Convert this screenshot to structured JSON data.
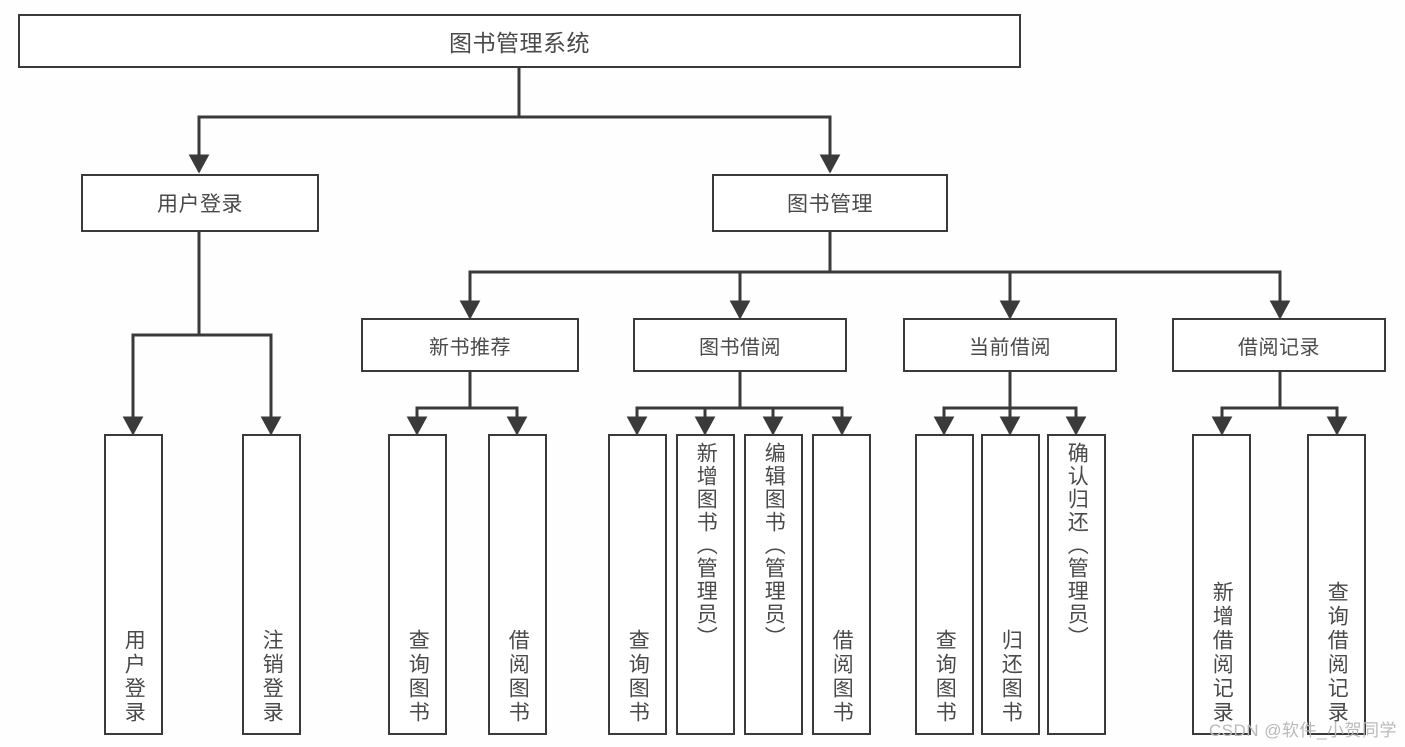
{
  "diagram": {
    "title": "图书管理系统",
    "type": "tree-hierarchy",
    "watermark": "CSDN @软件_小贺同学",
    "colors": {
      "line": "#3a3a3a",
      "box_border": "#3a3a3a",
      "box_fill": "#ffffff",
      "text": "#4a4a4a",
      "background": "#fefefe",
      "watermark": "#b9b9b9"
    },
    "root": {
      "label": "图书管理系统"
    },
    "level2": [
      {
        "label": "用户登录"
      },
      {
        "label": "图书管理"
      }
    ],
    "level3": [
      {
        "label": "新书推荐"
      },
      {
        "label": "图书借阅"
      },
      {
        "label": "当前借阅"
      },
      {
        "label": "借阅记录"
      }
    ],
    "leaves": {
      "user_login": [
        {
          "label": "用户登录"
        },
        {
          "label": "注销登录"
        }
      ],
      "new_book_recommend": [
        {
          "label": "查询图书"
        },
        {
          "label": "借阅图书"
        }
      ],
      "book_borrow": [
        {
          "label": "查询图书"
        },
        {
          "label": "新增图书（管理员）"
        },
        {
          "label": "编辑图书（管理员）"
        },
        {
          "label": "借阅图书"
        }
      ],
      "current_borrow": [
        {
          "label": "查询图书"
        },
        {
          "label": "归还图书"
        },
        {
          "label": "确认归还（管理员）"
        }
      ],
      "borrow_record": [
        {
          "label": "新增借阅记录"
        },
        {
          "label": "查询借阅记录"
        }
      ]
    }
  }
}
